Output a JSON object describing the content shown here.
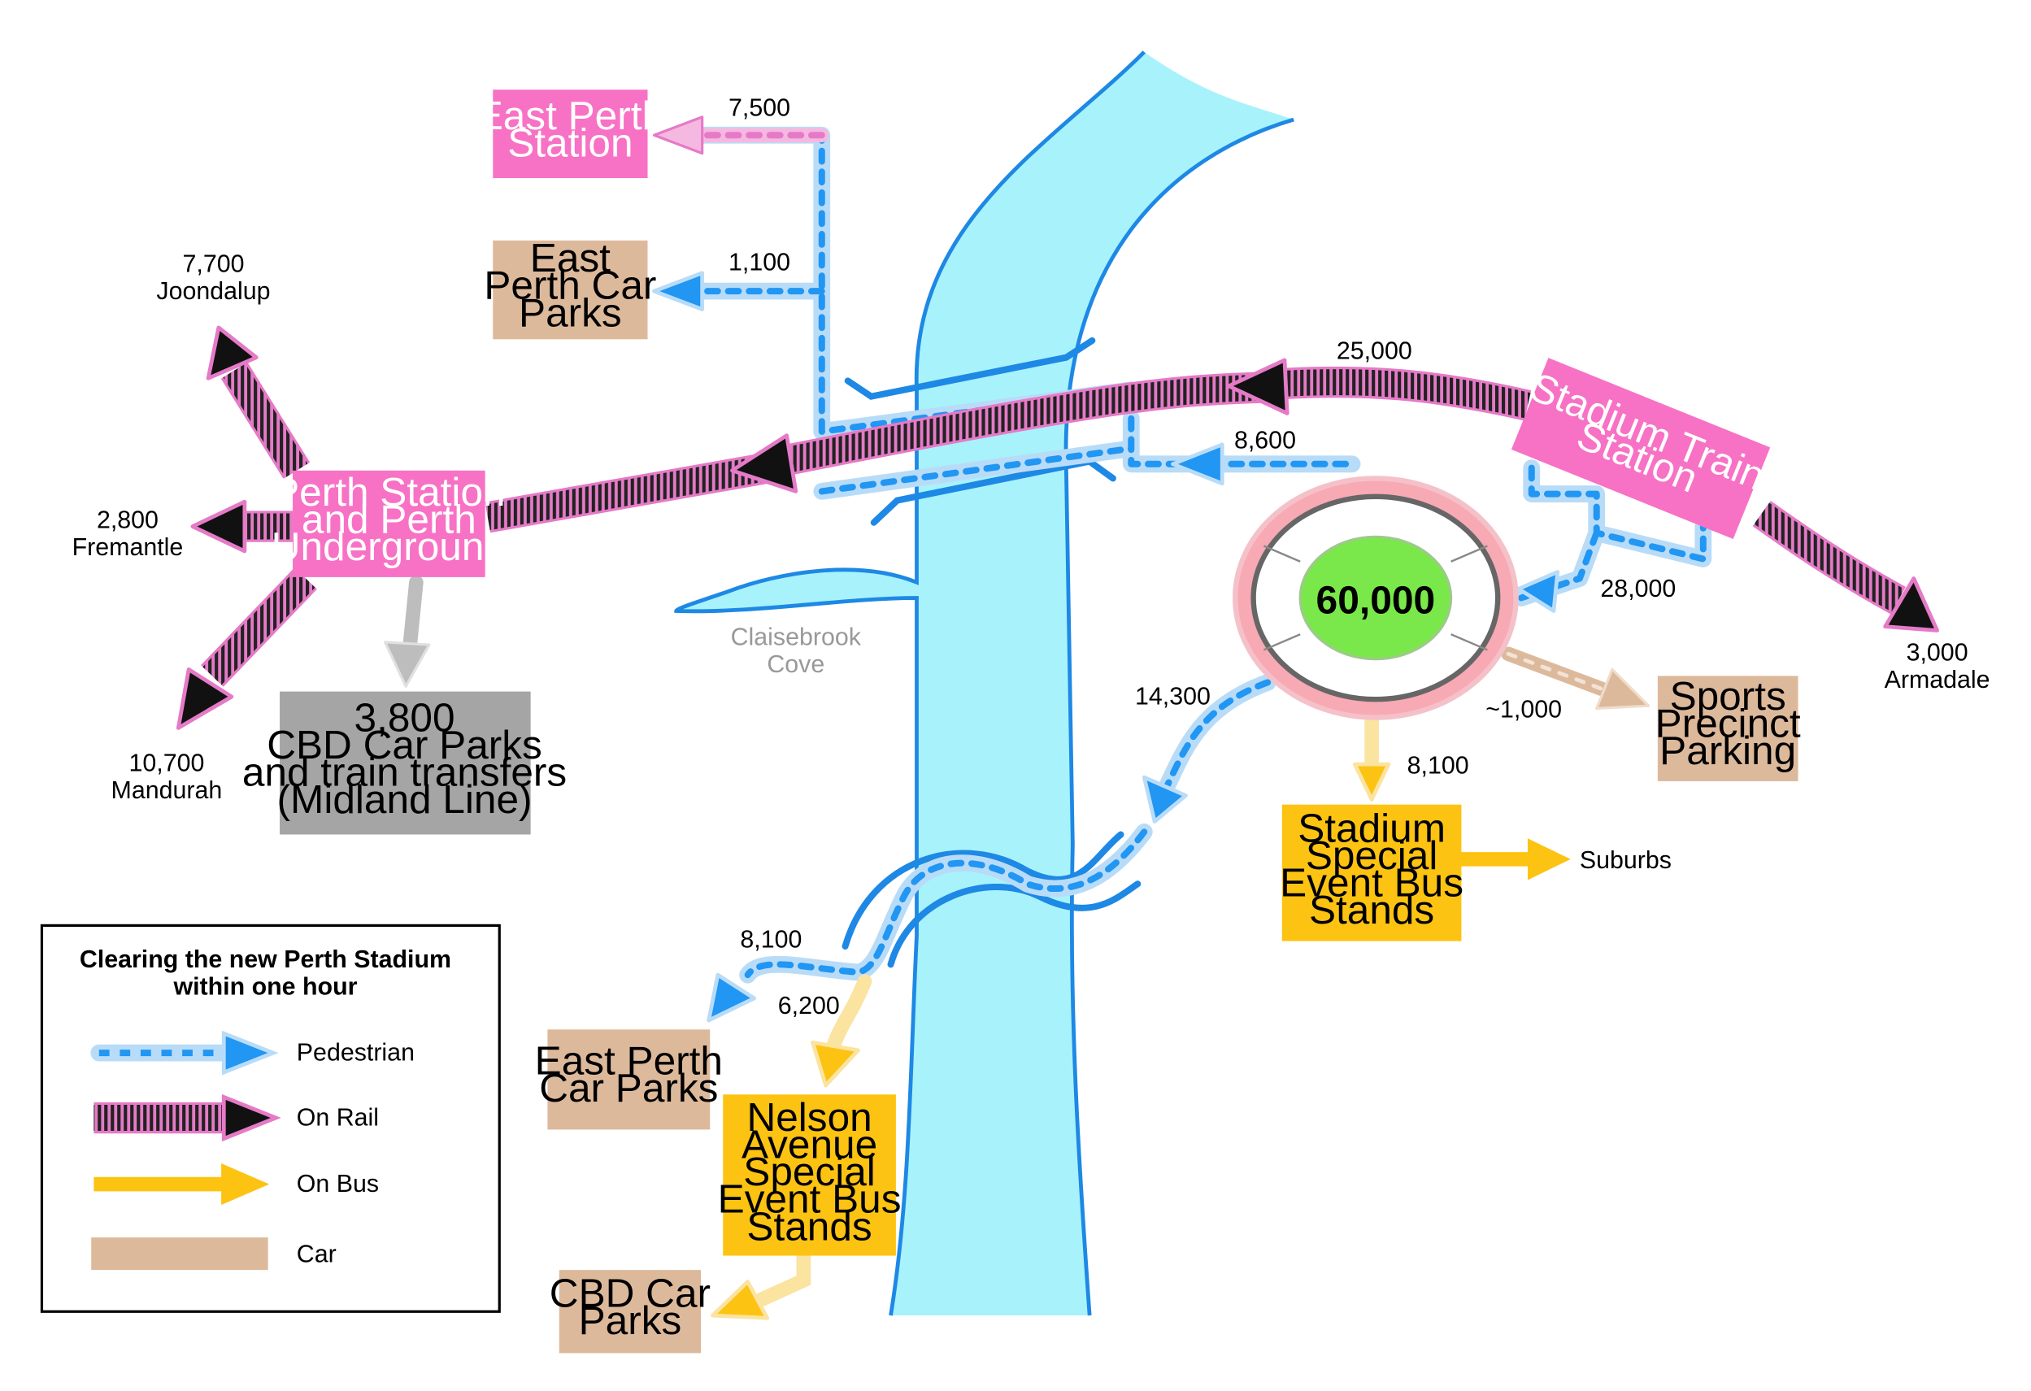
{
  "colors": {
    "river": "#a8f2fb",
    "river_edge": "#1e88e5",
    "pedestrian": "#2196f3",
    "pedestrian_halo": "#b8dcf8",
    "rail_pink": "#e57ac7",
    "rail_dark": "#222222",
    "bus": "#fdc312",
    "bus_halo": "#fbe3a0",
    "car": "#ddb99b",
    "station_pink": "#f772c5",
    "grey_box": "#a5a5a5",
    "stadium_green": "#7ae84a",
    "stadium_ring": "#f7a9b4"
  },
  "stadium": {
    "capacity": "60,000"
  },
  "river": {
    "label": "Claisebrook\nCove"
  },
  "boxes": {
    "east_perth_station": "East Perth\nStation",
    "east_perth_car_parks_north": "East\nPerth Car\nParks",
    "perth_station": "Perth Station\nand Perth\nUnderground",
    "cbd_grey": "3,800\nCBD Car Parks\nand train transfers\n(Midland Line)",
    "stadium_train_station": "Stadium Train\nStation",
    "sports_precinct": "Sports\nPrecinct\nParking",
    "stadium_bus": "Stadium\nSpecial\nEvent Bus\nStands",
    "east_perth_car_parks_south": "East Perth\nCar Parks",
    "nelson_avenue": "Nelson\nAvenue\nSpecial\nEvent Bus\nStands",
    "cbd_car_parks": "CBD Car\nParks"
  },
  "flows": {
    "east_perth_station": "7,500",
    "east_perth_car_north": "1,100",
    "rail_to_perth": "25,000",
    "ped_bridge": "8,600",
    "to_train_station": "28,000",
    "sports_precinct": "~1,000",
    "stadium_bus": "8,100",
    "south_walk": "14,300",
    "east_perth_car_south": "8,100",
    "nelson_bus": "6,200"
  },
  "rail_destinations": {
    "joondalup": "7,700\nJoondalup",
    "fremantle": "2,800\nFremantle",
    "mandurah": "10,700\nMandurah",
    "armadale": "3,000\nArmadale"
  },
  "suburbs": "Suburbs",
  "legend": {
    "title": "Clearing the new Perth Stadium\nwithin one hour",
    "items": [
      {
        "key": "pedestrian",
        "label": "Pedestrian"
      },
      {
        "key": "rail",
        "label": "On Rail"
      },
      {
        "key": "bus",
        "label": "On Bus"
      },
      {
        "key": "car",
        "label": "Car"
      }
    ]
  }
}
